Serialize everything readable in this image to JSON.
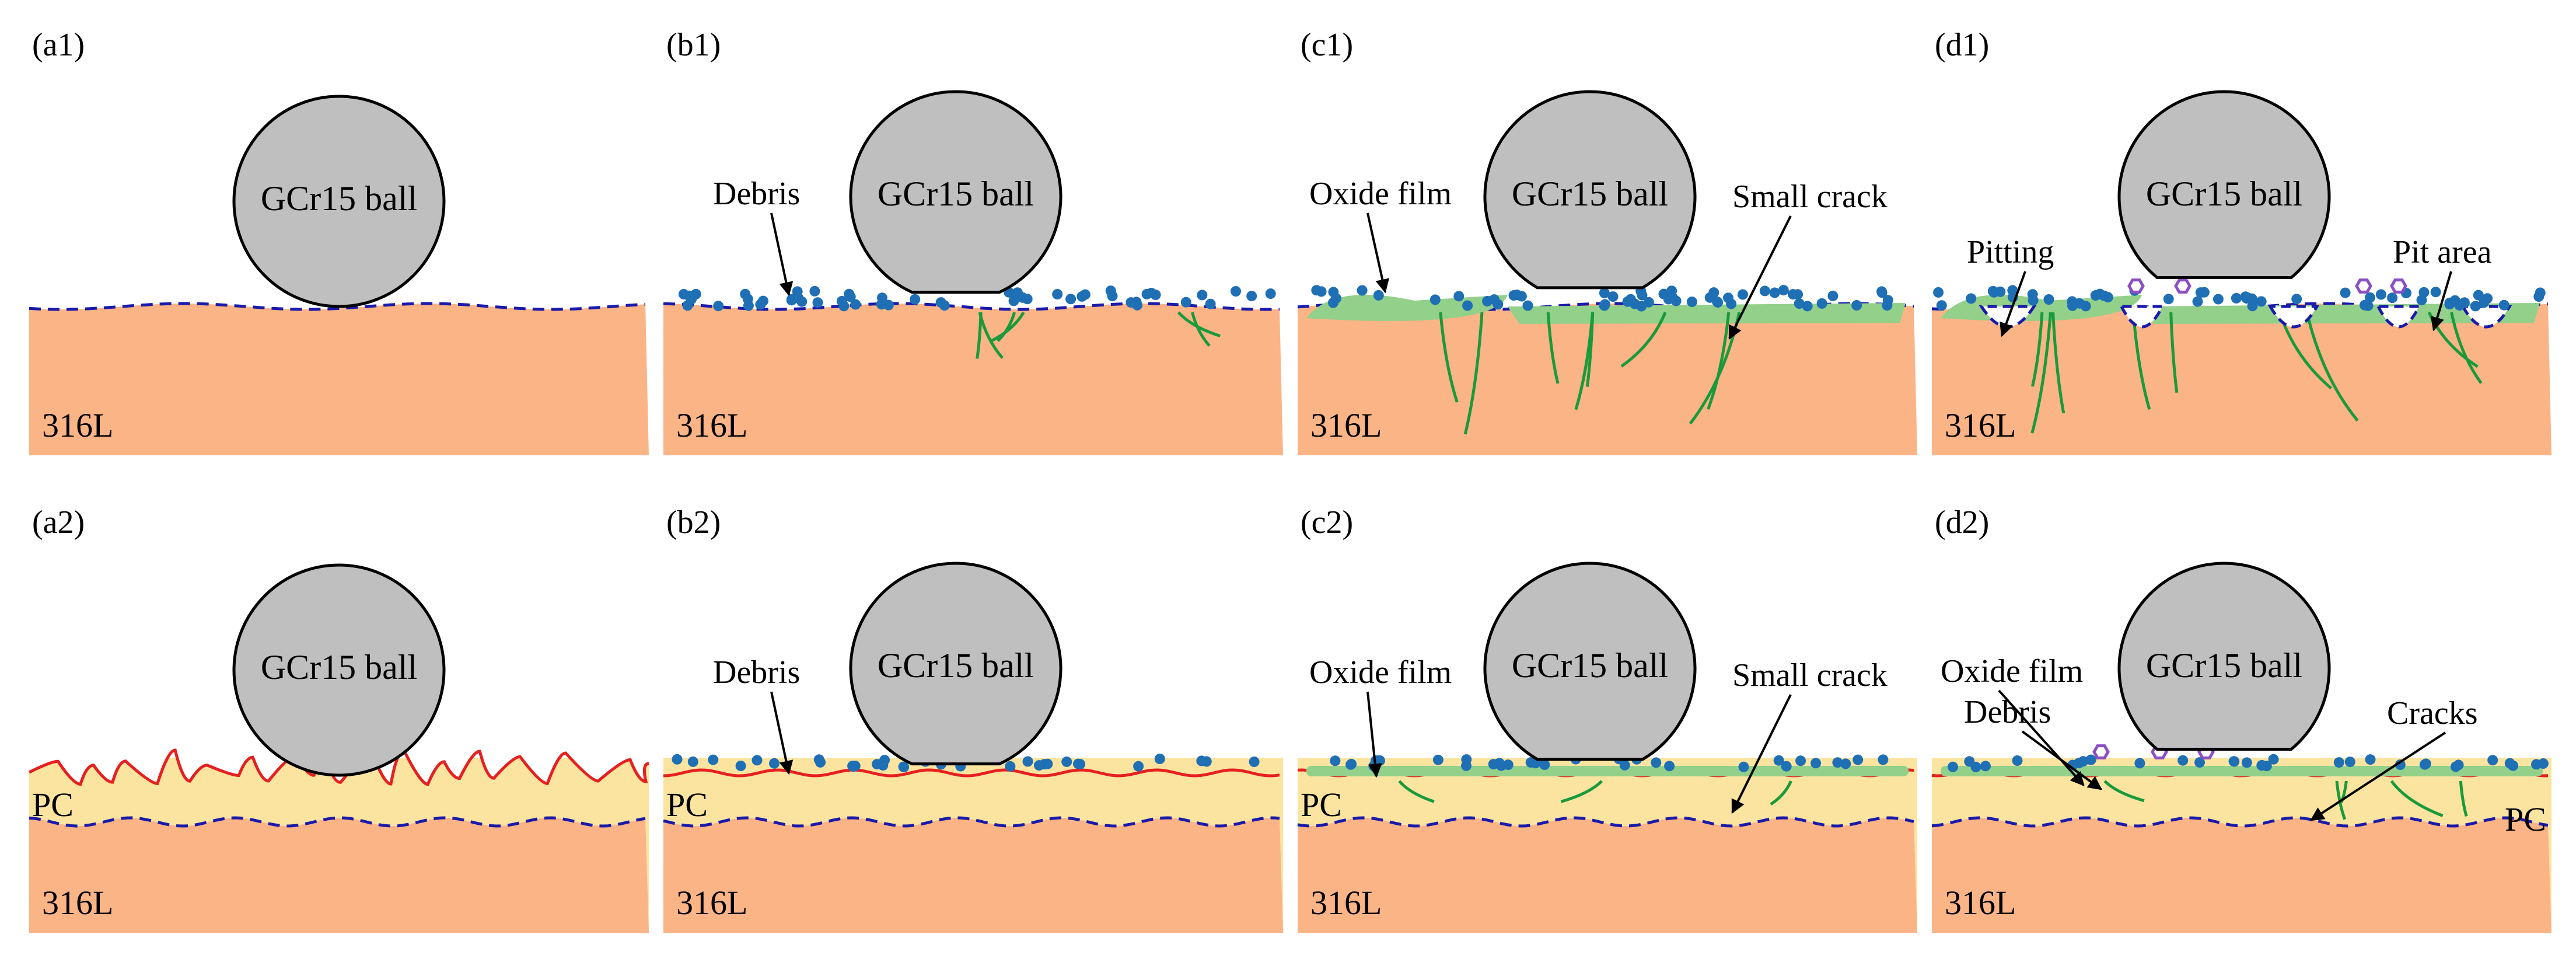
{
  "colors": {
    "substrate": "#fbb486",
    "coating": "#fbe4a0",
    "ball": "#bfbfbf",
    "outline": "#000000",
    "interface_dashed": "#1a1aaa",
    "pc_surface": "#e62020",
    "debris": "#1f6fb5",
    "oxide_film": "#93d08a",
    "crack": "#1a9a3a",
    "particle": "#8a4fc2",
    "background": "#ffffff"
  },
  "panels": [
    {
      "id": "a1",
      "label": "(a1)",
      "coated": false,
      "stage": 0,
      "ball": "GCr15 ball",
      "substrate_label": "316L",
      "annotations": []
    },
    {
      "id": "b1",
      "label": "(b1)",
      "coated": false,
      "stage": 1,
      "ball": "GCr15 ball",
      "substrate_label": "316L",
      "annotations": [
        {
          "text": "Debris"
        }
      ]
    },
    {
      "id": "c1",
      "label": "(c1)",
      "coated": false,
      "stage": 2,
      "ball": "GCr15 ball",
      "substrate_label": "316L",
      "annotations": [
        {
          "text": "Oxide film"
        },
        {
          "text": "Small crack"
        }
      ]
    },
    {
      "id": "d1",
      "label": "(d1)",
      "coated": false,
      "stage": 3,
      "ball": "GCr15 ball",
      "substrate_label": "316L",
      "annotations": [
        {
          "text": "Pitting"
        },
        {
          "text": "Pit area"
        }
      ]
    },
    {
      "id": "a2",
      "label": "(a2)",
      "coated": true,
      "stage": 0,
      "ball": "GCr15 ball",
      "substrate_label": "316L",
      "coating_label": "PC",
      "annotations": []
    },
    {
      "id": "b2",
      "label": "(b2)",
      "coated": true,
      "stage": 1,
      "ball": "GCr15 ball",
      "substrate_label": "316L",
      "coating_label": "PC",
      "annotations": [
        {
          "text": "Debris"
        }
      ]
    },
    {
      "id": "c2",
      "label": "(c2)",
      "coated": true,
      "stage": 2,
      "ball": "GCr15 ball",
      "substrate_label": "316L",
      "coating_label": "PC",
      "annotations": [
        {
          "text": "Oxide film"
        },
        {
          "text": "Small crack"
        }
      ]
    },
    {
      "id": "d2",
      "label": "(d2)",
      "coated": true,
      "stage": 3,
      "ball": "GCr15 ball",
      "substrate_label": "316L",
      "coating_label": "PC",
      "annotations": [
        {
          "text": "Oxide film"
        },
        {
          "text": "Debris"
        },
        {
          "text": "Cracks"
        }
      ]
    }
  ]
}
